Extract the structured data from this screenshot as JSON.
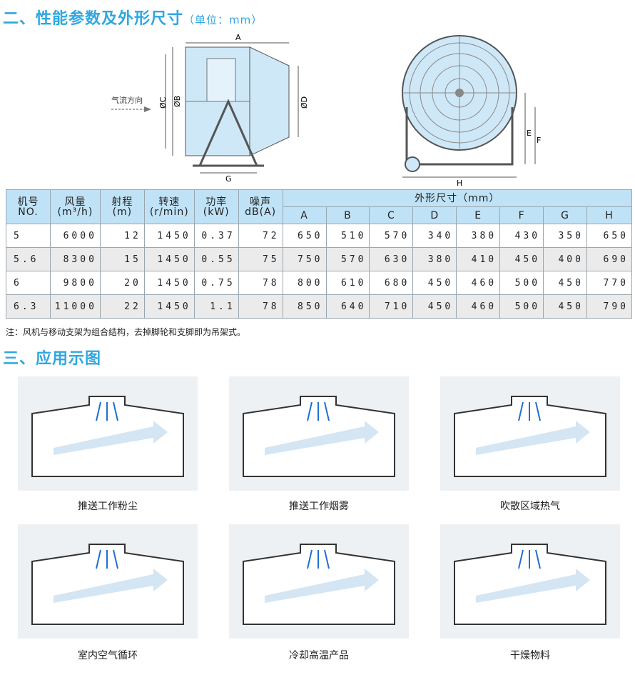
{
  "section2": {
    "title": "二、性能参数及外形尺寸",
    "unit": "（单位：mm）"
  },
  "diagram": {
    "flow_label": "气流方向",
    "side_labels": {
      "a": "A",
      "b": "ØB",
      "c": "ØC",
      "d": "ØD",
      "g": "G"
    },
    "front_labels": {
      "e": "E",
      "f": "F",
      "h": "H"
    }
  },
  "table": {
    "headers": {
      "model": {
        "cn": "机号",
        "sub": "NO."
      },
      "airflow": {
        "cn": "风量",
        "sub": "(m³/h)"
      },
      "range": {
        "cn": "射程",
        "sub": "(m)"
      },
      "speed": {
        "cn": "转速",
        "sub": "(r/min)"
      },
      "power": {
        "cn": "功率",
        "sub": "(kW)"
      },
      "noise": {
        "cn": "噪声",
        "sub": "dB(A)"
      },
      "dimensions": "外形尺寸（mm）",
      "dim_cols": [
        "A",
        "B",
        "C",
        "D",
        "E",
        "F",
        "G",
        "H"
      ]
    },
    "rows": [
      [
        "5",
        "6000",
        "12",
        "1450",
        "0.37",
        "72",
        "650",
        "510",
        "570",
        "340",
        "380",
        "430",
        "350",
        "650"
      ],
      [
        "5.6",
        "8300",
        "15",
        "1450",
        "0.55",
        "75",
        "750",
        "570",
        "630",
        "380",
        "410",
        "450",
        "400",
        "690"
      ],
      [
        "6",
        "9800",
        "20",
        "1450",
        "0.75",
        "78",
        "800",
        "610",
        "680",
        "450",
        "460",
        "500",
        "450",
        "770"
      ],
      [
        "6.3",
        "11000",
        "22",
        "1450",
        "1.1",
        "78",
        "850",
        "640",
        "710",
        "450",
        "460",
        "500",
        "450",
        "790"
      ]
    ]
  },
  "note": "注：风机与移动支架为组合结构，去掉脚轮和支脚即为吊架式。",
  "section3": {
    "title": "三、应用示图"
  },
  "applications": [
    {
      "caption": "推送工作粉尘"
    },
    {
      "caption": "推送工作烟雾"
    },
    {
      "caption": "吹散区域热气"
    },
    {
      "caption": "室内空气循环"
    },
    {
      "caption": "冷却高温产品"
    },
    {
      "caption": "干燥物料"
    }
  ],
  "colors": {
    "accent": "#2ea7e0",
    "header_bg": "#bfe2f6",
    "fan_body": "#cfe8f8",
    "arrow_blue": "#1f6fd0"
  }
}
